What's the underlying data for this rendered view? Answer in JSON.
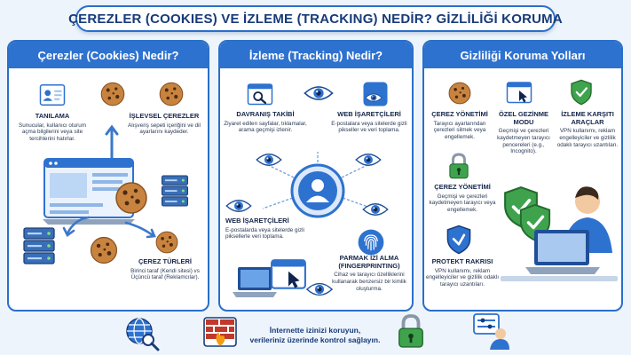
{
  "title": "ÇEREZLER (COOKIES) VE İZLEME (TRACKING) NEDİR? GİZLİLİĞİ KORUMA",
  "panels": {
    "cookies": {
      "title": "Çerezler (Cookies) Nedir?",
      "items": [
        {
          "heading": "TANILAMA",
          "body": "Sunucular, kullanıcı oturum açma bilgilerini veya site tercihlerini hatırlar."
        },
        {
          "heading": "İŞLEVSEL ÇEREZLER",
          "body": "Alışveriş sepeti içeriğini ve dil ayarlarını kaydeder."
        },
        {
          "heading": "ÇEREZ TÜRLERİ",
          "body": "Birinci taraf (Kendi sitesi) vs Üçüncü taraf (Reklamcılar)."
        }
      ]
    },
    "tracking": {
      "title": "İzleme (Tracking) Nedir?",
      "items": [
        {
          "heading": "DAVRANIŞ TAKİBİ",
          "body": "Ziyaret edilen sayfalar, tıklamalar, arama geçmişi izlenir."
        },
        {
          "heading": "WEB İŞARETÇİLERİ",
          "body": "E-postalara veya sitelerde gizli pikseller ve veri toplama."
        },
        {
          "heading": "WEB İŞARETÇİLERİ",
          "body": "E-postalarda veya sitelerde gizli piksellerle veri toplama."
        },
        {
          "heading": "PARMAK İZİ ALMA (FINGERPRINTING)",
          "body": "Cihaz ve tarayıcı özelliklerini kullanarak benzersiz bir kimlik oluşturma."
        }
      ]
    },
    "protection": {
      "title": "Gizliliği Koruma Yolları",
      "items": [
        {
          "heading": "ÇEREZ YÖNETİMİ",
          "body": "Tarayıcı ayarlarından çerezleri silmek veya engellemek."
        },
        {
          "heading": "ÖZEL GEZİNME MODU",
          "body": "Geçmişi ve çerezleri kaydetmeyen tarayıcı pencereleri (e.g., Incognito)."
        },
        {
          "heading": "İZLEME KARŞITI ARAÇLAR",
          "body": "VPN kullanımı, reklam engelleyiciler ve gizlilik odaklı tarayıcı uzantıları."
        },
        {
          "heading": "ÇEREZ YÖNETİMİ",
          "body": "Geçmişi ve çerezleri kaydetmeyen tarayıcı veya engellemek."
        },
        {
          "heading": "PROTEKT RAKRISI",
          "body": "VPN kullanımı, reklam engelleyiciler ve gizlilik odaklı tarayıcı uzantıları."
        }
      ]
    }
  },
  "footer": {
    "line1": "İnternette izinizi koruyun,",
    "line2": "verileriniz üzerinde kontrol sağlayın."
  },
  "colors": {
    "primary": "#2e72cf",
    "dark": "#173b7a",
    "cookie": "#c8843f",
    "shield": "#3fa34d"
  }
}
